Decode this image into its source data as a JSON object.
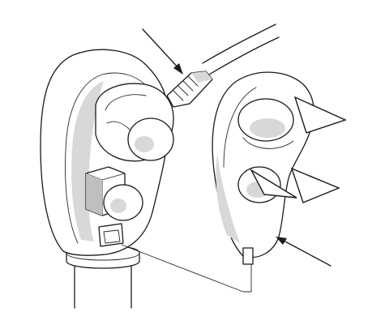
{
  "diagram": {
    "labels": [],
    "colors": {
      "ink": "#1a1a1a",
      "background": "#ffffff",
      "shading": "#d8d8d8"
    },
    "icons": [
      "connector-callout-arrow",
      "bracket-callout-arrow",
      "mounting-hole-pointer-upper",
      "mounting-hole-pointer-middle",
      "mounting-hole-pointer-lower"
    ]
  }
}
